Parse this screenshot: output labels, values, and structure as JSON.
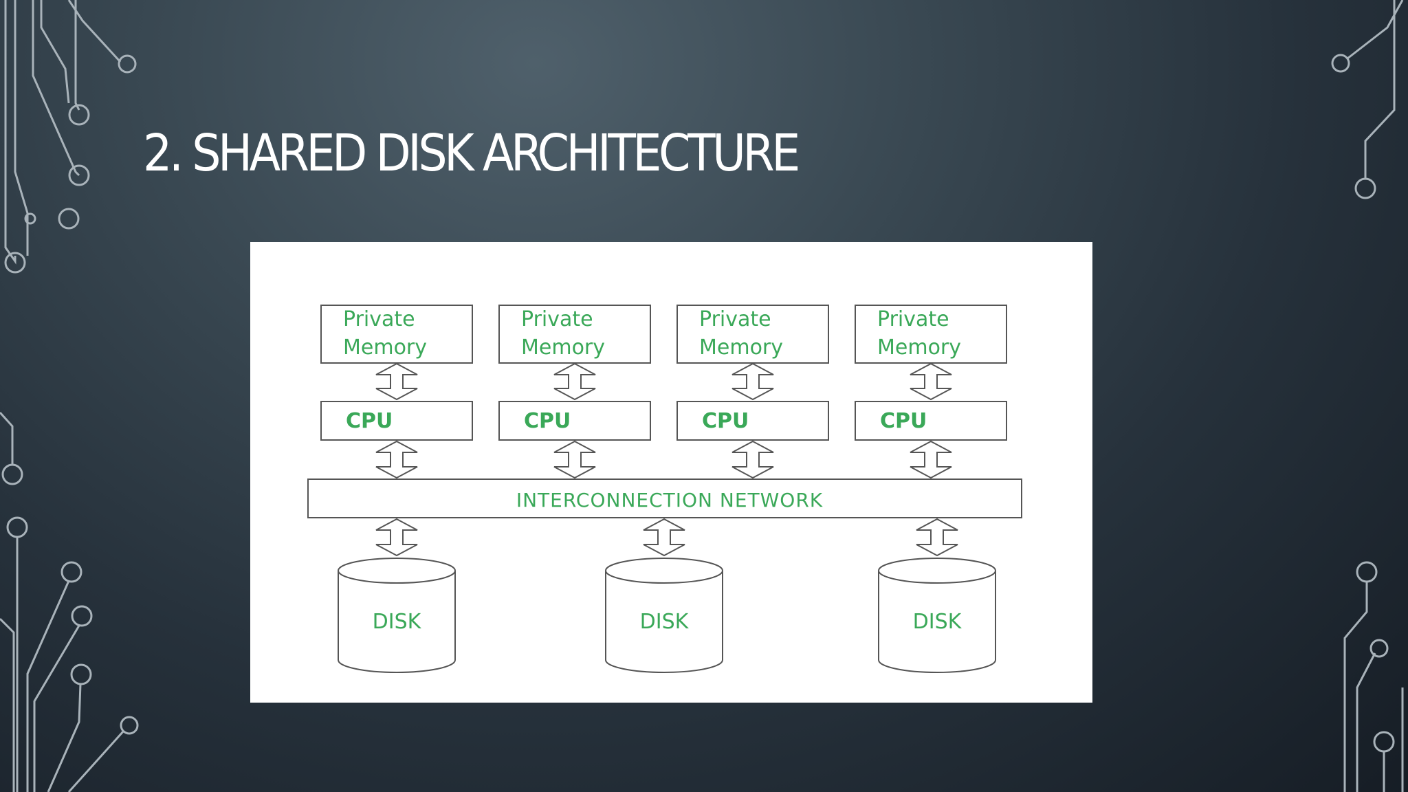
{
  "slide": {
    "title": "2. SHARED DISK ARCHITECTURE"
  },
  "diagram": {
    "nodes": [
      {
        "memory_line1": "Private",
        "memory_line2": "Memory",
        "cpu": "CPU"
      },
      {
        "memory_line1": "Private",
        "memory_line2": "Memory",
        "cpu": "CPU"
      },
      {
        "memory_line1": "Private",
        "memory_line2": "Memory",
        "cpu": "CPU"
      },
      {
        "memory_line1": "Private",
        "memory_line2": "Memory",
        "cpu": "CPU"
      }
    ],
    "network": "INTERCONNECTION NETWORK",
    "disks": [
      "DISK",
      "DISK",
      "DISK"
    ],
    "colors": {
      "label_green": "#3aa858",
      "outline": "#555555",
      "panel": "#ffffff",
      "title": "#ffffff"
    }
  }
}
